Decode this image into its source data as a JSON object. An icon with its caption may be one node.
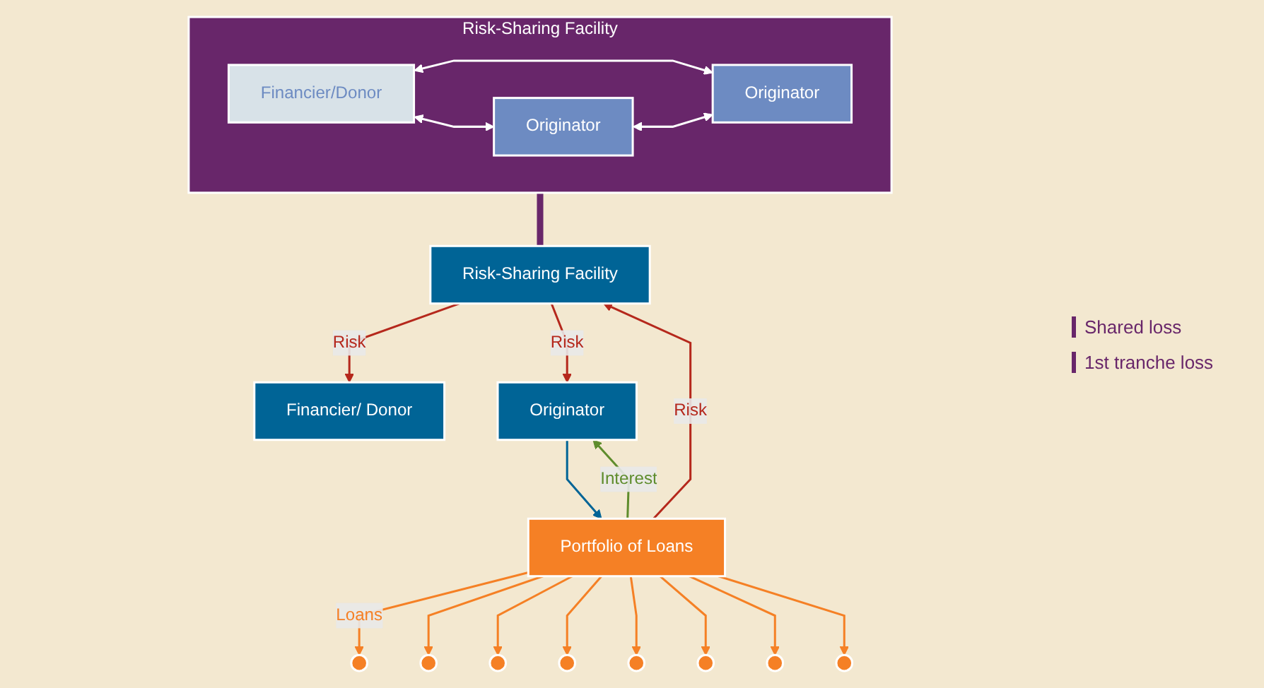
{
  "diagram": {
    "nodes": [
      {
        "text": [
          "Risk-Sharing Facility"
        ]
      },
      {
        "text": [
          "Financier/Donor"
        ],
        "in": 0
      },
      {
        "text": [
          "Originator"
        ],
        "in": 0
      },
      {
        "text": [
          "Originator"
        ],
        "in": 0
      },
      {
        "text": [
          "Financier/ Donor"
        ]
      },
      {
        "text": [
          "Risk-Sharing Facility"
        ]
      },
      {
        "text": [
          "Originator"
        ]
      },
      {
        "text": [
          "Portfolio of Loans"
        ]
      },
      {
        "text": [],
        "shape": "circle"
      },
      {
        "text": [],
        "shape": "circle"
      },
      {
        "text": [],
        "shape": "circle"
      },
      {
        "text": [],
        "shape": "circle"
      },
      {
        "text": [],
        "shape": "circle"
      },
      {
        "text": [],
        "shape": "circle"
      },
      {
        "text": [],
        "shape": "circle"
      },
      {
        "text": [],
        "shape": "circle"
      }
    ],
    "edges": [
      {
        "from": 1,
        "to": 2,
        "arrow": "both",
        "color": "#ffffff"
      },
      {
        "from": 1,
        "to": 3,
        "arrow": "both",
        "color": "#ffffff"
      },
      {
        "from": 2,
        "to": 3,
        "arrow": "both",
        "color": "#ffffff"
      },
      {
        "from": 0,
        "to": 5,
        "arrow": "none",
        "style": "thick",
        "color": "#68266a"
      },
      {
        "from": 5,
        "to": 4,
        "label": "Risk",
        "arrow": "to",
        "color": "#b5281c"
      },
      {
        "from": 5,
        "to": 6,
        "label": "Risk",
        "arrow": "to",
        "color": "#b5281c"
      },
      {
        "from": 6,
        "to": 7,
        "arrow": "to",
        "color": "#006496"
      },
      {
        "from": 7,
        "to": 5,
        "label": "Risk",
        "arrow": "to",
        "color": "#b5281c"
      },
      {
        "from": 7,
        "to": 6,
        "label": "Interest",
        "arrow": "to",
        "color": "#5e8c2c"
      },
      {
        "from": 7,
        "to": 8,
        "label": "Loans",
        "arrow": "to"
      },
      {
        "from": 7,
        "to": 9,
        "arrow": "to"
      },
      {
        "from": 7,
        "to": 10,
        "arrow": "to"
      },
      {
        "from": 7,
        "to": 11,
        "arrow": "to"
      },
      {
        "from": 7,
        "to": 12,
        "arrow": "to"
      },
      {
        "from": 7,
        "to": 13,
        "arrow": "to"
      },
      {
        "from": 7,
        "to": 14,
        "arrow": "to"
      },
      {
        "from": 7,
        "to": 15,
        "arrow": "to"
      }
    ],
    "labels": [
      "Shared loss",
      "1st tranche loss"
    ]
  }
}
